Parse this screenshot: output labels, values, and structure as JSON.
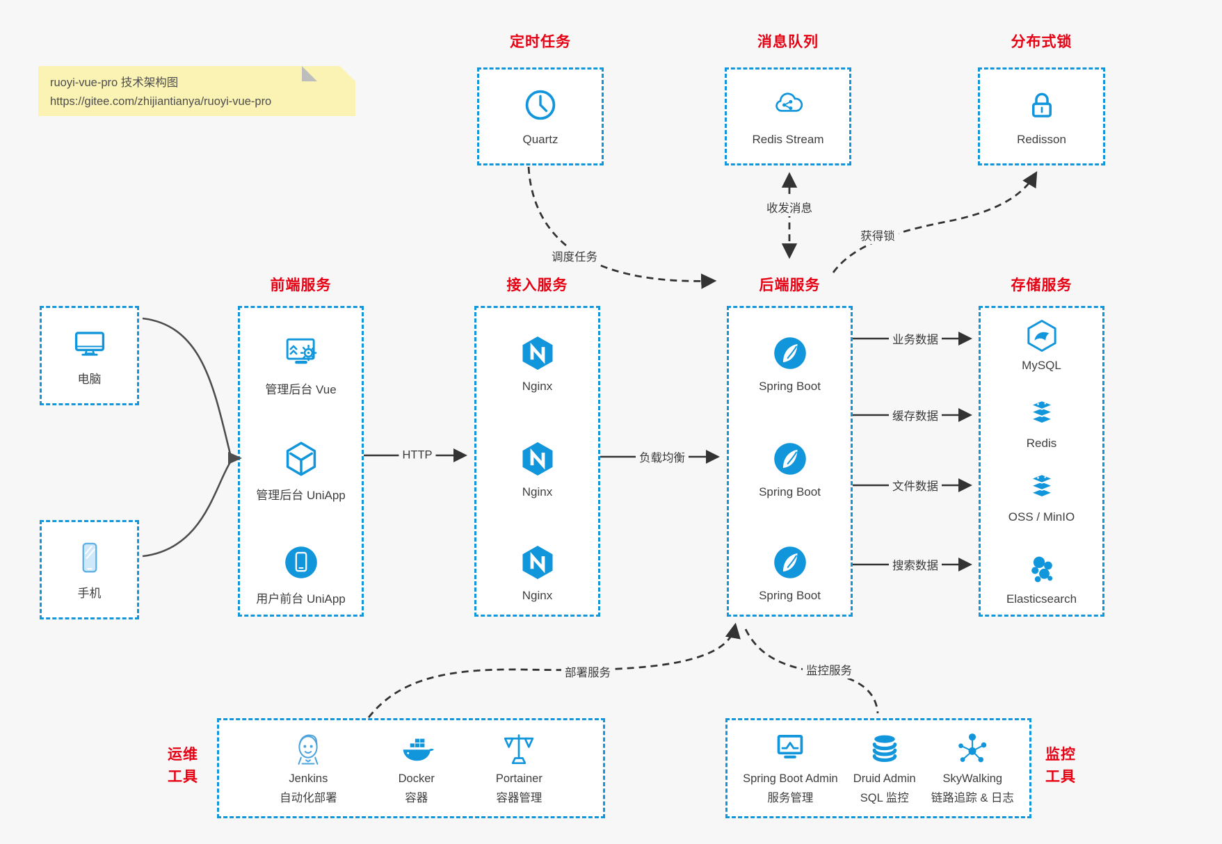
{
  "colors": {
    "accent_blue": "#1296db",
    "title_red": "#e60012",
    "arrow_dark": "#333333",
    "device_curve_gray": "#4d4d4d",
    "note_bg": "#fbf3b4"
  },
  "note": {
    "line1": "ruoyi-vue-pro 技术架构图",
    "line2": "https://gitee.com/zhijiantianya/ruoyi-vue-pro"
  },
  "top_groups": [
    {
      "title": "定时任务",
      "icon": "clock-icon",
      "label": "Quartz"
    },
    {
      "title": "消息队列",
      "icon": "cloud-stream-icon",
      "label": "Redis Stream"
    },
    {
      "title": "分布式锁",
      "icon": "lock-icon",
      "label": "Redisson"
    }
  ],
  "clients": [
    {
      "icon": "desktop-icon",
      "label": "电脑"
    },
    {
      "icon": "mobile-icon",
      "label": "手机"
    }
  ],
  "columns": [
    {
      "title": "前端服务",
      "items": [
        {
          "icon": "admin-vue-icon",
          "label": "管理后台 Vue"
        },
        {
          "icon": "cube-icon",
          "label": "管理后台 UniApp"
        },
        {
          "icon": "phone-circle-icon",
          "label": "用户前台 UniApp"
        }
      ]
    },
    {
      "title": "接入服务",
      "items": [
        {
          "icon": "nginx-icon",
          "label": "Nginx"
        },
        {
          "icon": "nginx-icon",
          "label": "Nginx"
        },
        {
          "icon": "nginx-icon",
          "label": "Nginx"
        }
      ]
    },
    {
      "title": "后端服务",
      "items": [
        {
          "icon": "spring-icon",
          "label": "Spring Boot"
        },
        {
          "icon": "spring-icon",
          "label": "Spring Boot"
        },
        {
          "icon": "spring-icon",
          "label": "Spring Boot"
        }
      ]
    },
    {
      "title": "存储服务",
      "items": [
        {
          "icon": "mysql-icon",
          "label": "MySQL"
        },
        {
          "icon": "redis-stack-icon",
          "label": "Redis"
        },
        {
          "icon": "redis-stack-icon",
          "label": "OSS / MinIO"
        },
        {
          "icon": "elasticsearch-icon",
          "label": "Elasticsearch"
        }
      ]
    }
  ],
  "bottom_groups": [
    {
      "side_label": [
        "运维",
        "工具"
      ],
      "items": [
        {
          "icon": "jenkins-icon",
          "label1": "Jenkins",
          "label2": "自动化部署"
        },
        {
          "icon": "docker-icon",
          "label1": "Docker",
          "label2": "容器"
        },
        {
          "icon": "portainer-icon",
          "label1": "Portainer",
          "label2": "容器管理"
        }
      ]
    },
    {
      "side_label": [
        "监控",
        "工具"
      ],
      "items": [
        {
          "icon": "spring-boot-admin-icon",
          "label1": "Spring Boot Admin",
          "label2": "服务管理"
        },
        {
          "icon": "druid-icon",
          "label1": "Druid Admin",
          "label2": "SQL 监控"
        },
        {
          "icon": "skywalking-icon",
          "label1": "SkyWalking",
          "label2": "链路追踪 & 日志"
        }
      ]
    }
  ],
  "edges": {
    "http": "HTTP",
    "load_balance": "负载均衡",
    "biz_data": "业务数据",
    "cache_data": "缓存数据",
    "file_data": "文件数据",
    "search_data": "搜索数据",
    "schedule": "调度任务",
    "message": "收发消息",
    "lock": "获得锁",
    "deploy": "部署服务",
    "monitor": "监控服务"
  }
}
